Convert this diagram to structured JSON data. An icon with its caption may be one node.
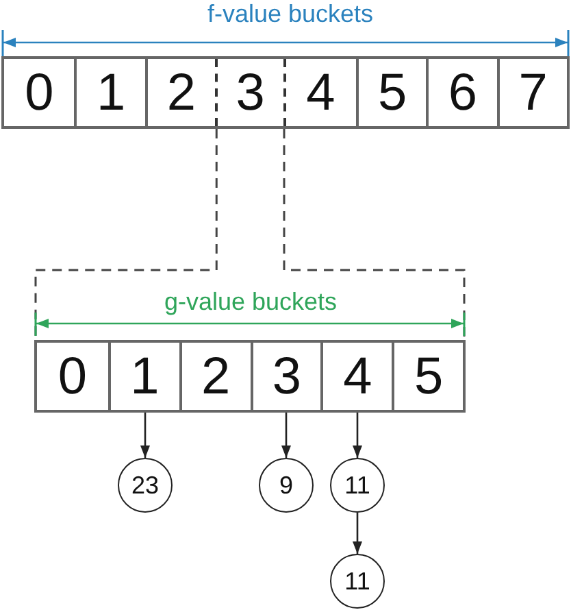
{
  "diagram": {
    "nodes": [
      {
        "text": [
          "f-value buckets"
        ]
      },
      {
        "text": [
          "0"
        ],
        "in": 0
      },
      {
        "text": [
          "1"
        ],
        "in": 0
      },
      {
        "text": [
          "2"
        ],
        "in": 0
      },
      {
        "text": [
          "3"
        ],
        "in": 0
      },
      {
        "text": [
          "4"
        ],
        "in": 0
      },
      {
        "text": [
          "5"
        ],
        "in": 0
      },
      {
        "text": [
          "6"
        ],
        "in": 0
      },
      {
        "text": [
          "7"
        ],
        "in": 0
      },
      {
        "text": [
          "g-value buckets"
        ]
      },
      {
        "text": [
          "0"
        ],
        "in": 9
      },
      {
        "text": [
          "1"
        ],
        "in": 9
      },
      {
        "text": [
          "2"
        ],
        "in": 9
      },
      {
        "text": [
          "3"
        ],
        "in": 9
      },
      {
        "text": [
          "4"
        ],
        "in": 9
      },
      {
        "text": [
          "5"
        ],
        "in": 9
      },
      {
        "text": [
          "23"
        ]
      },
      {
        "text": [
          "9"
        ]
      },
      {
        "text": [
          "11"
        ]
      },
      {
        "text": [
          "11"
        ]
      }
    ],
    "edges": [
      {
        "from": 4,
        "to": 9,
        "arrow": "none",
        "style": "dashed"
      },
      {
        "from": 11,
        "to": 16,
        "arrow": "to"
      },
      {
        "from": 13,
        "to": 17,
        "arrow": "to"
      },
      {
        "from": 14,
        "to": 18,
        "arrow": "to"
      },
      {
        "from": 18,
        "to": 19,
        "arrow": "to"
      }
    ]
  }
}
